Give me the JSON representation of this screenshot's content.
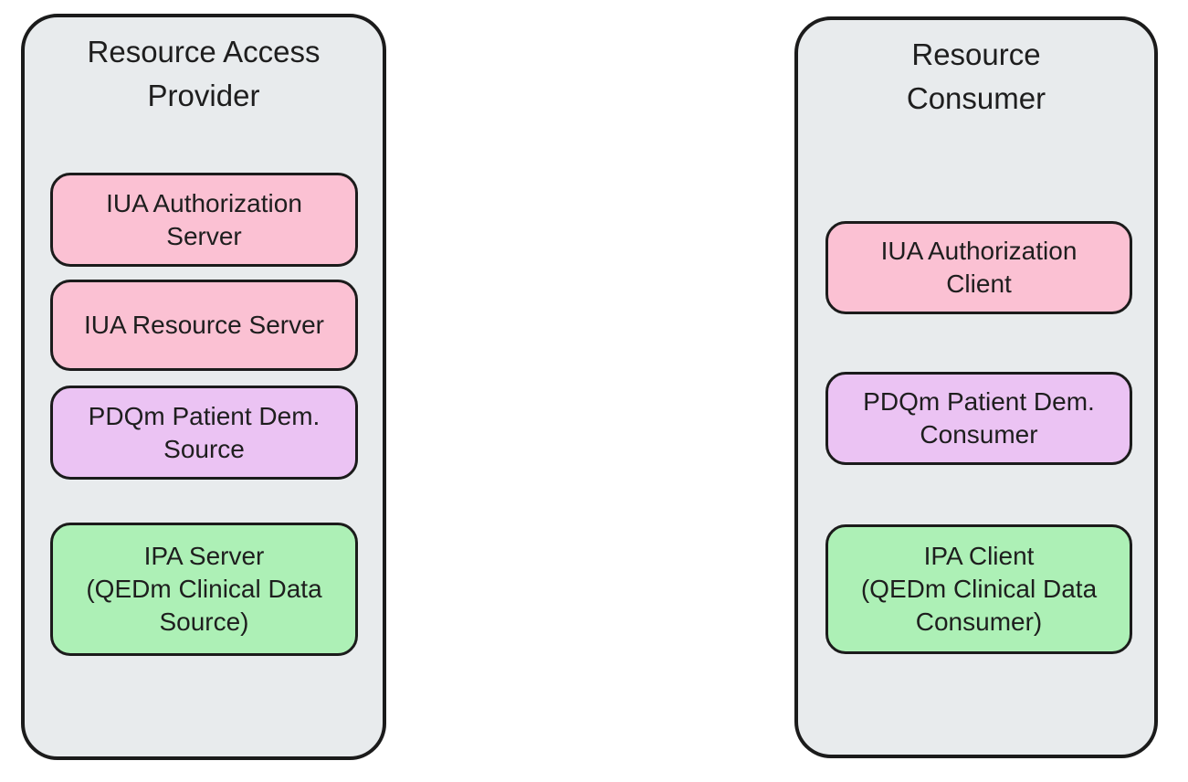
{
  "diagram": {
    "colors": {
      "background": "#ffffff",
      "container_fill": "#e8ebed",
      "border": "#1b1b1b",
      "text": "#1e1e1e",
      "iua_pink": "#fbc1d3",
      "pdqm_purple": "#ebc3f3",
      "ipa_green": "#adf0b6"
    },
    "provider": {
      "title_line1": "Resource Access",
      "title_line2": "Provider",
      "boxes": {
        "iua_auth_server": {
          "line1": "IUA Authorization",
          "line2": "Server"
        },
        "iua_resource_server": {
          "line1": "IUA Resource Server"
        },
        "pdqm_source": {
          "line1": "PDQm Patient Dem.",
          "line2": "Source"
        },
        "ipa_server": {
          "line1": "IPA Server",
          "line2": "(QEDm Clinical Data",
          "line3": "Source)"
        }
      }
    },
    "consumer": {
      "title_line1": "Resource",
      "title_line2": "Consumer",
      "boxes": {
        "iua_auth_client": {
          "line1": "IUA Authorization",
          "line2": "Client"
        },
        "pdqm_consumer": {
          "line1": "PDQm Patient Dem.",
          "line2": "Consumer"
        },
        "ipa_client": {
          "line1": "IPA Client",
          "line2": "(QEDm Clinical Data",
          "line3": "Consumer)"
        }
      }
    }
  }
}
